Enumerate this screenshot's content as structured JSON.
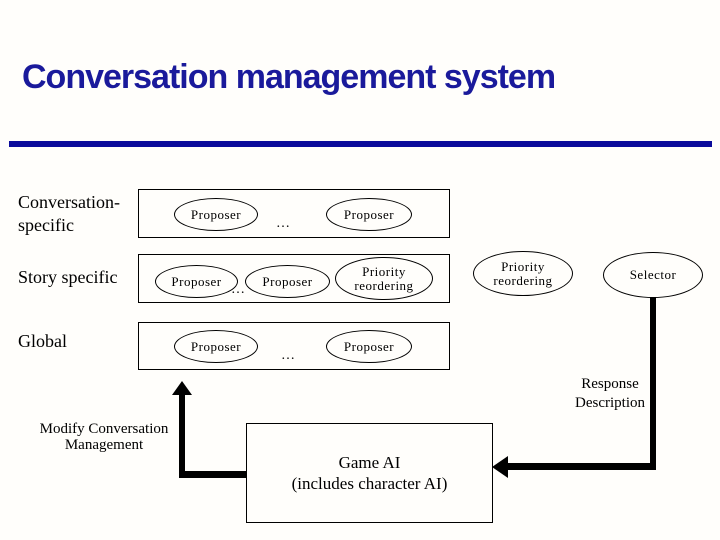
{
  "title": "Conversation management system",
  "colors": {
    "title_text": "#1a1a9b",
    "rule": "#0b0b9b",
    "diagram_lines": "#000000",
    "background": "#fffefb"
  },
  "rows": [
    {
      "label": "Conversation-specific",
      "proposer1": "Proposer",
      "dots": "…",
      "proposer2": "Proposer"
    },
    {
      "label": "Story specific",
      "proposer1": "Proposer",
      "dots": "…",
      "proposer2": "Proposer",
      "priority": "Priority reordering"
    },
    {
      "label": "Global",
      "proposer1": "Proposer",
      "dots": "…",
      "proposer2": "Proposer"
    }
  ],
  "pipeline": {
    "priority_reordering": "Priority reordering",
    "selector": "Selector"
  },
  "annotations": {
    "response_description": "Response Description",
    "modify_management": "Modify Conversation Management"
  },
  "game_ai": {
    "line1": "Game AI",
    "line2": "(includes character AI)"
  }
}
